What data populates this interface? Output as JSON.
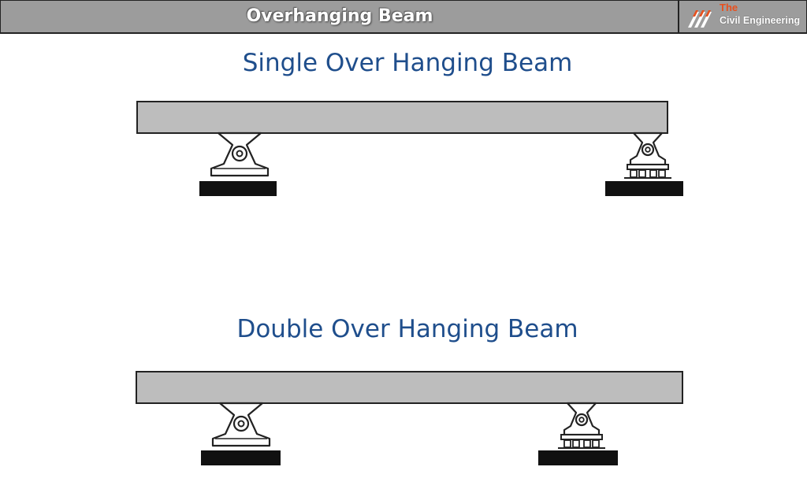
{
  "header": {
    "title": "Overhanging Beam",
    "logo_line1": "The",
    "logo_line2": "Civil Engineering",
    "logo_icon": "slanted-stripes-logo-icon"
  },
  "diagrams": [
    {
      "title": "Single Over Hanging Beam",
      "left_support": "pin-support",
      "right_support": "roller-support"
    },
    {
      "title": "Double Over Hanging Beam",
      "left_support": "pin-support",
      "right_support": "roller-support"
    }
  ],
  "colors": {
    "header_bg": "#9c9c9c",
    "title_blue": "#1f4e8c",
    "beam_fill": "#bdbdbd",
    "foundation": "#111111",
    "logo_orange": "#e8501e"
  }
}
